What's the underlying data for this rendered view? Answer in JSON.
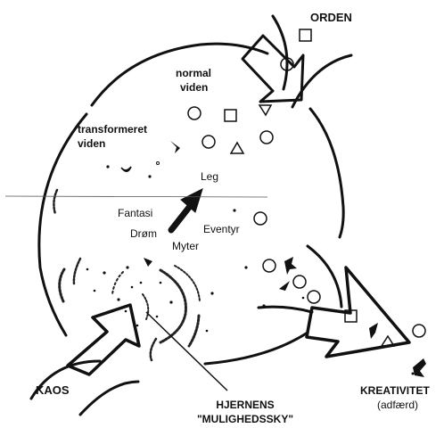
{
  "labels": {
    "orden": "ORDEN",
    "normal_viden_1": "normal",
    "normal_viden_2": "viden",
    "transformeret_viden_1": "transformeret",
    "transformeret_viden_2": "viden",
    "leg": "Leg",
    "fantasi": "Fantasi",
    "eventyr": "Eventyr",
    "drom": "Drøm",
    "myter": "Myter",
    "kaos": "KAOS",
    "hjernens_1": "HJERNENS",
    "hjernens_2": "\"MULIGHEDSSKY\"",
    "kreativitet_1": "KREATIVITET",
    "kreativitet_2": "(adfærd)"
  },
  "colors": {
    "ink": "#111111",
    "paper": "#ffffff"
  }
}
